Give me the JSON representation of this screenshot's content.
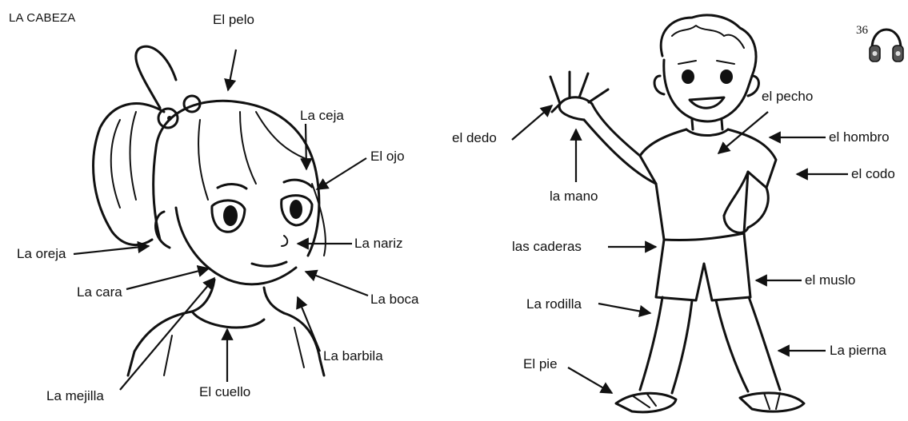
{
  "head_section": {
    "title": "LA CABEZA",
    "labels": {
      "pelo": "El pelo",
      "ceja": "La ceja",
      "ojo": "El ojo",
      "oreja": "La oreja",
      "nariz": "La nariz",
      "cara": "La cara",
      "boca": "La boca",
      "barbila": "La barbila",
      "mejilla": "La mejilla",
      "cuello": "El cuello"
    }
  },
  "body_section": {
    "page_number": "36",
    "audio_icon": "headphones-icon",
    "labels": {
      "pecho": "el pecho",
      "dedo": "el dedo",
      "hombro": "el hombro",
      "codo": "el codo",
      "mano": "la mano",
      "caderas": "las caderas",
      "muslo": "el muslo",
      "rodilla": "La rodilla",
      "pierna": "La pierna",
      "pie": "El pie"
    }
  }
}
